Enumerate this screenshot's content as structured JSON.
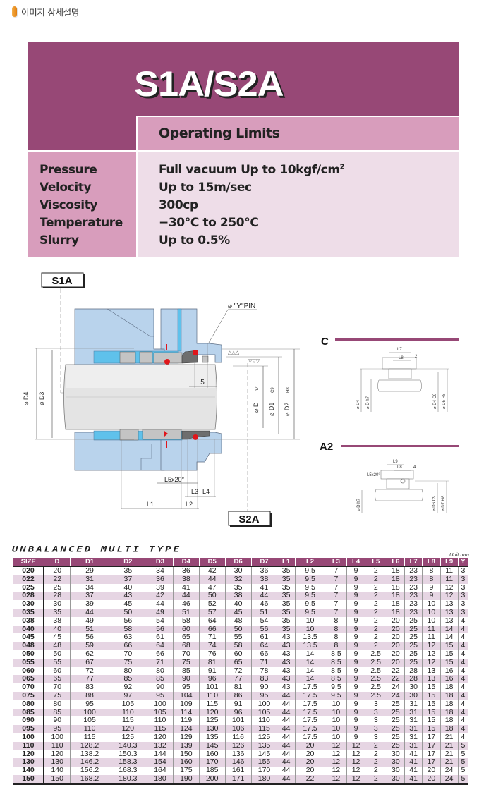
{
  "header": {
    "title": "이미지 상세설명",
    "icon": "orange-pill-icon"
  },
  "hero": {
    "title": "S1A/S2A",
    "operating_limits_label": "Operating Limits",
    "limits": [
      {
        "label": "Pressure",
        "value": "Full vacuum Up to 10kgf/cm",
        "sup": "2"
      },
      {
        "label": "Velocity",
        "value": "Up to 15m/sec",
        "sup": ""
      },
      {
        "label": "Viscosity",
        "value": "300cp",
        "sup": ""
      },
      {
        "label": "Temperature",
        "value": "−30℃ to 250℃",
        "sup": ""
      },
      {
        "label": "Slurry",
        "value": "Up to 0.5%",
        "sup": ""
      }
    ],
    "colors": {
      "dark": "#974876",
      "mid": "#d89dbc",
      "light": "#eedde8"
    }
  },
  "diagram": {
    "tag_s1a": "S1A",
    "tag_s2a": "S2A",
    "pin_label": "⌀ \"Y\"PIN",
    "dim_5": "5",
    "labels": {
      "d4": "⌀ D4",
      "d3": "⌀ D3",
      "d": "⌀ D",
      "d_tol": "h7",
      "d1": "⌀ D1",
      "d1_tol": "C9",
      "d2": "⌀ D2",
      "d2_tol": "H8",
      "l5": "L5x20°",
      "l1": "L1",
      "l2": "L2",
      "l3": "L3",
      "l4": "L4"
    },
    "variant_c": {
      "label": "C",
      "dims": {
        "l7": "L7",
        "l8": "L8",
        "two": "2",
        "d4": "⌀ D4",
        "d": "⌀ D h7",
        "d4c": "⌀ D4 C9",
        "d5": "⌀ D5 H8"
      }
    },
    "variant_a2": {
      "label": "A2",
      "dims": {
        "l9": "L9",
        "l8": "L8",
        "four": "4",
        "l5": "L5x20°",
        "d": "⌀ D h7",
        "d6": "⌀ D6 C9",
        "d7": "⌀ D7 H8"
      }
    },
    "colors": {
      "housing": "#b9d3ec",
      "seal_blue": "#5fc1eb",
      "part_grey": "#c4c4c4",
      "dark_grey": "#6e6e6e",
      "oring": "#e0161b",
      "accent": "#974876"
    }
  },
  "table": {
    "title": "UNBALANCED MULTI TYPE",
    "unit": "Unit:mm",
    "columns": [
      "SIZE",
      "D",
      "D1",
      "D2",
      "D3",
      "D4",
      "D5",
      "D6",
      "D7",
      "L1",
      "L2",
      "L3",
      "L4",
      "L5",
      "L6",
      "L7",
      "L8",
      "L9",
      "Y"
    ],
    "rows": [
      [
        "020",
        "20",
        "29",
        "35",
        "34",
        "36",
        "42",
        "30",
        "36",
        "35",
        "9.5",
        "7",
        "9",
        "2",
        "18",
        "23",
        "8",
        "11",
        "3"
      ],
      [
        "022",
        "22",
        "31",
        "37",
        "36",
        "38",
        "44",
        "32",
        "38",
        "35",
        "9.5",
        "7",
        "9",
        "2",
        "18",
        "23",
        "8",
        "11",
        "3"
      ],
      [
        "025",
        "25",
        "34",
        "40",
        "39",
        "41",
        "47",
        "35",
        "41",
        "35",
        "9.5",
        "7",
        "9",
        "2",
        "18",
        "23",
        "9",
        "12",
        "3"
      ],
      [
        "028",
        "28",
        "37",
        "43",
        "42",
        "44",
        "50",
        "38",
        "44",
        "35",
        "9.5",
        "7",
        "9",
        "2",
        "18",
        "23",
        "9",
        "12",
        "3"
      ],
      [
        "030",
        "30",
        "39",
        "45",
        "44",
        "46",
        "52",
        "40",
        "46",
        "35",
        "9.5",
        "7",
        "9",
        "2",
        "18",
        "23",
        "10",
        "13",
        "3"
      ],
      [
        "035",
        "35",
        "44",
        "50",
        "49",
        "51",
        "57",
        "45",
        "51",
        "35",
        "9.5",
        "7",
        "9",
        "2",
        "18",
        "23",
        "10",
        "13",
        "3"
      ],
      [
        "038",
        "38",
        "49",
        "56",
        "54",
        "58",
        "64",
        "48",
        "54",
        "35",
        "10",
        "8",
        "9",
        "2",
        "20",
        "25",
        "10",
        "13",
        "4"
      ],
      [
        "040",
        "40",
        "51",
        "58",
        "56",
        "60",
        "66",
        "50",
        "56",
        "35",
        "10",
        "8",
        "9",
        "2",
        "20",
        "25",
        "11",
        "14",
        "4"
      ],
      [
        "045",
        "45",
        "56",
        "63",
        "61",
        "65",
        "71",
        "55",
        "61",
        "43",
        "13.5",
        "8",
        "9",
        "2",
        "20",
        "25",
        "11",
        "14",
        "4"
      ],
      [
        "048",
        "48",
        "59",
        "66",
        "64",
        "68",
        "74",
        "58",
        "64",
        "43",
        "13.5",
        "8",
        "9",
        "2",
        "20",
        "25",
        "12",
        "15",
        "4"
      ],
      [
        "050",
        "50",
        "62",
        "70",
        "66",
        "70",
        "76",
        "60",
        "66",
        "43",
        "14",
        "8.5",
        "9",
        "2.5",
        "20",
        "25",
        "12",
        "15",
        "4"
      ],
      [
        "055",
        "55",
        "67",
        "75",
        "71",
        "75",
        "81",
        "65",
        "71",
        "43",
        "14",
        "8.5",
        "9",
        "2.5",
        "20",
        "25",
        "12",
        "15",
        "4"
      ],
      [
        "060",
        "60",
        "72",
        "80",
        "80",
        "85",
        "91",
        "72",
        "78",
        "43",
        "14",
        "8.5",
        "9",
        "2.5",
        "22",
        "28",
        "13",
        "16",
        "4"
      ],
      [
        "065",
        "65",
        "77",
        "85",
        "85",
        "90",
        "96",
        "77",
        "83",
        "43",
        "14",
        "8.5",
        "9",
        "2.5",
        "22",
        "28",
        "13",
        "16",
        "4"
      ],
      [
        "070",
        "70",
        "83",
        "92",
        "90",
        "95",
        "101",
        "81",
        "90",
        "43",
        "17.5",
        "9.5",
        "9",
        "2.5",
        "24",
        "30",
        "15",
        "18",
        "4"
      ],
      [
        "075",
        "75",
        "88",
        "97",
        "95",
        "104",
        "110",
        "86",
        "95",
        "44",
        "17.5",
        "9.5",
        "9",
        "2.5",
        "24",
        "30",
        "15",
        "18",
        "4"
      ],
      [
        "080",
        "80",
        "95",
        "105",
        "100",
        "109",
        "115",
        "91",
        "100",
        "44",
        "17.5",
        "10",
        "9",
        "3",
        "25",
        "31",
        "15",
        "18",
        "4"
      ],
      [
        "085",
        "85",
        "100",
        "110",
        "105",
        "114",
        "120",
        "96",
        "105",
        "44",
        "17.5",
        "10",
        "9",
        "3",
        "25",
        "31",
        "15",
        "18",
        "4"
      ],
      [
        "090",
        "90",
        "105",
        "115",
        "110",
        "119",
        "125",
        "101",
        "110",
        "44",
        "17.5",
        "10",
        "9",
        "3",
        "25",
        "31",
        "15",
        "18",
        "4"
      ],
      [
        "095",
        "95",
        "110",
        "120",
        "115",
        "124",
        "130",
        "106",
        "115",
        "44",
        "17.5",
        "10",
        "9",
        "3",
        "25",
        "31",
        "15",
        "18",
        "4"
      ],
      [
        "100",
        "100",
        "115",
        "125",
        "120",
        "129",
        "135",
        "116",
        "125",
        "44",
        "17.5",
        "10",
        "9",
        "3",
        "25",
        "31",
        "17",
        "21",
        "4"
      ],
      [
        "110",
        "110",
        "128.2",
        "140.3",
        "132",
        "139",
        "145",
        "126",
        "135",
        "44",
        "20",
        "12",
        "12",
        "2",
        "25",
        "31",
        "17",
        "21",
        "5"
      ],
      [
        "120",
        "120",
        "138.2",
        "150.3",
        "144",
        "150",
        "160",
        "136",
        "145",
        "44",
        "20",
        "12",
        "12",
        "2",
        "30",
        "41",
        "17",
        "21",
        "5"
      ],
      [
        "130",
        "130",
        "146.2",
        "158.3",
        "154",
        "160",
        "170",
        "146",
        "155",
        "44",
        "20",
        "12",
        "12",
        "2",
        "30",
        "41",
        "17",
        "21",
        "5"
      ],
      [
        "140",
        "140",
        "156.2",
        "168.3",
        "164",
        "175",
        "185",
        "161",
        "170",
        "44",
        "20",
        "12",
        "12",
        "2",
        "30",
        "41",
        "20",
        "24",
        "5"
      ],
      [
        "150",
        "150",
        "168.2",
        "180.3",
        "180",
        "190",
        "200",
        "171",
        "180",
        "44",
        "22",
        "12",
        "12",
        "2",
        "30",
        "41",
        "20",
        "24",
        "5"
      ]
    ],
    "colors": {
      "header_bg": "#974876",
      "alt_row": "#e6d5e3"
    }
  }
}
